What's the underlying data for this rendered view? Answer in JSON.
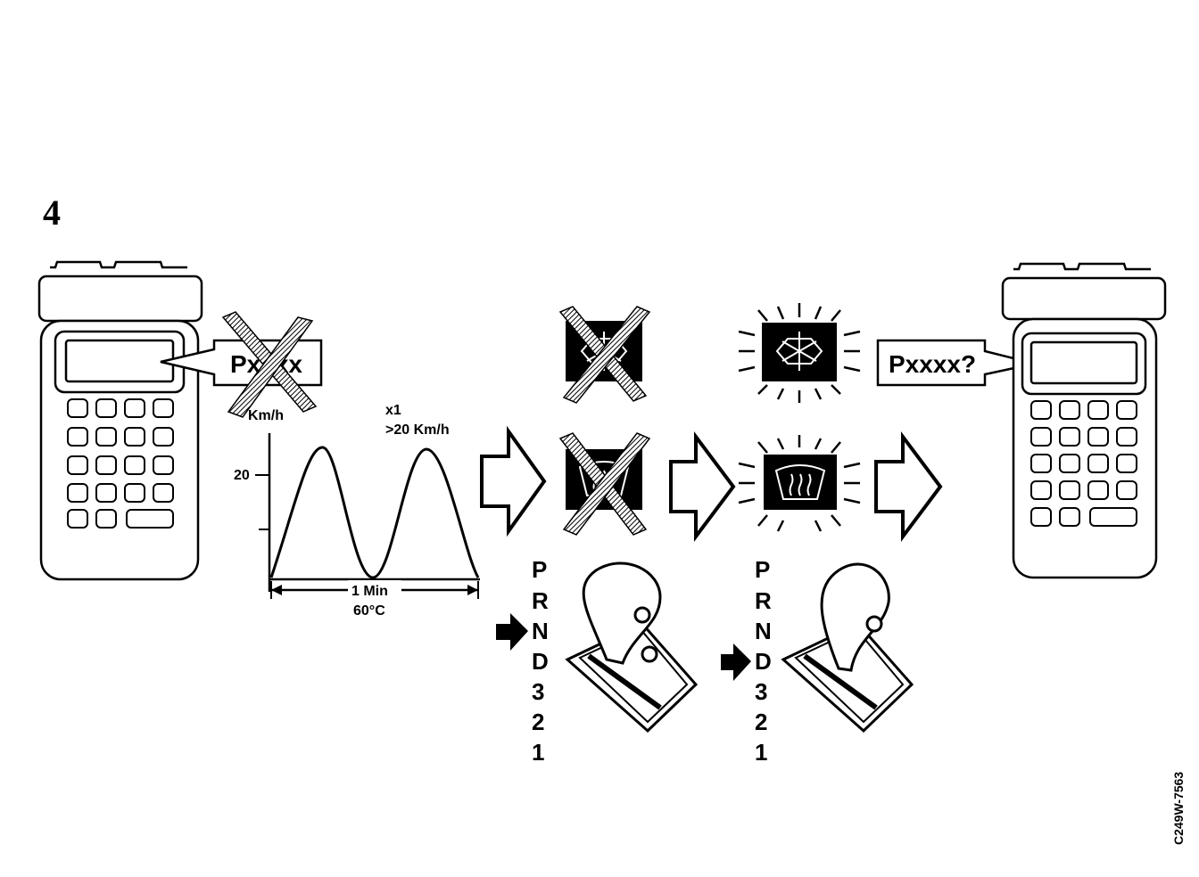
{
  "step_number": "4",
  "left_callout": "Pxxxx",
  "right_callout": "Pxxxx?",
  "graph": {
    "y_label": "Km/h",
    "y_tick": "20",
    "annotation_line1": "x1",
    "annotation_line2": ">20 Km/h",
    "x_label_line1": "1 Min",
    "x_label_line2": "60°C"
  },
  "gear_sequence": [
    "P",
    "R",
    "N",
    "D",
    "3",
    "2",
    "1"
  ],
  "first_selected_gear": "N",
  "second_selected_gear": "D",
  "figure_code": "C249W-7563"
}
